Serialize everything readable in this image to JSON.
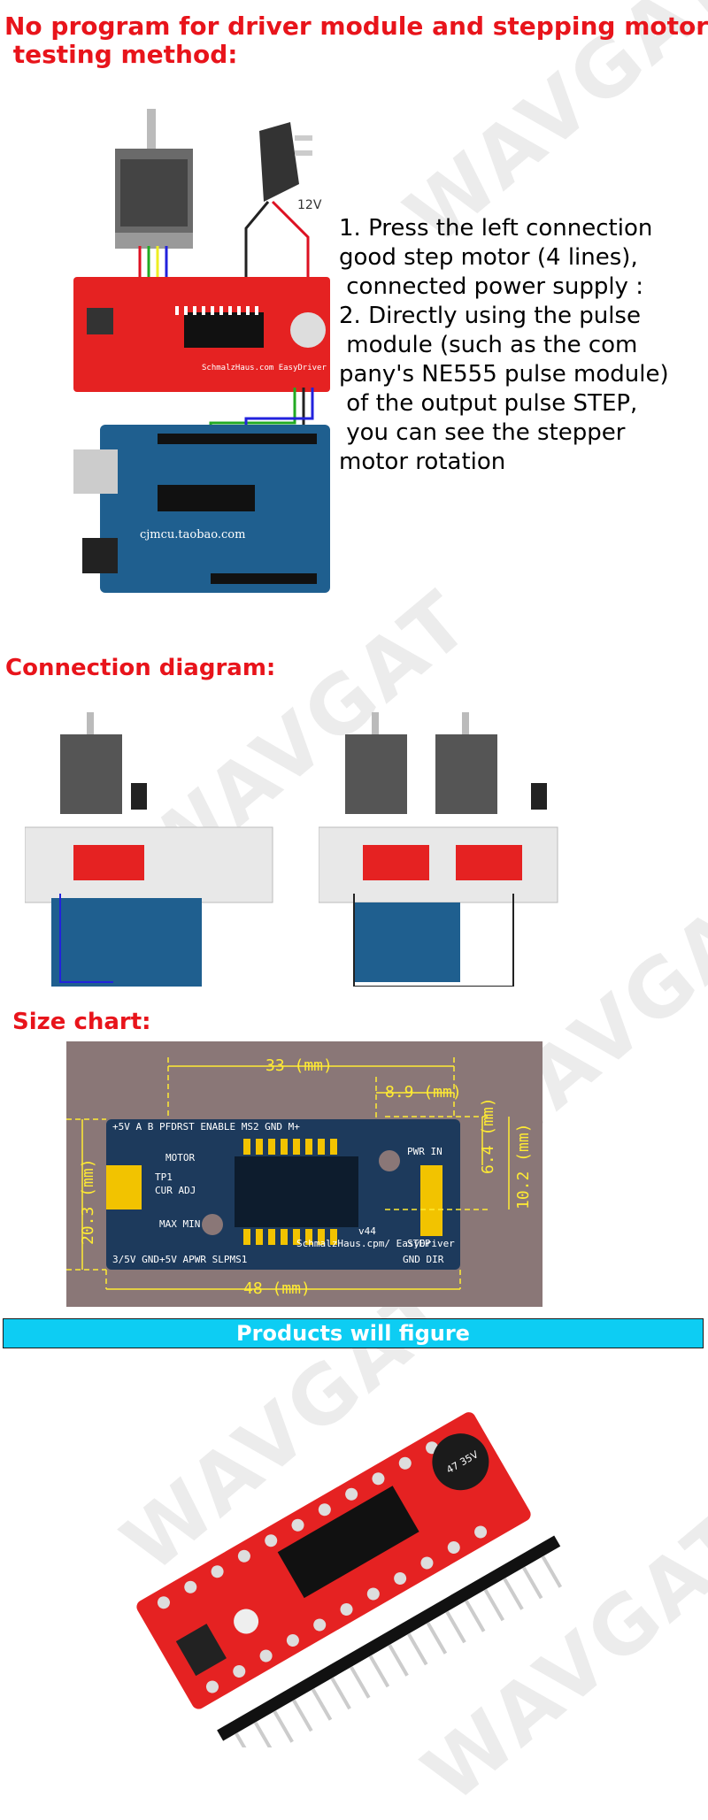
{
  "sections": {
    "test_title": "No program for driver module and stepping motor\n testing method:",
    "instructions": "1. Press the left connection\ngood step motor (4 lines),\n connected power supply :\n2. Directly using the pulse\n module (such as the com\npany's NE555 pulse module)\n of the output pulse STEP,\n you can see the stepper\nmotor rotation",
    "connection_title": "Connection diagram:",
    "size_title": "Size chart:",
    "banner": "Products will figure"
  },
  "figure1": {
    "adapter_label": "12V",
    "board_label": "SchmalzHaus.com\nEasyDriver v4.4",
    "arduino_watermark": "cjmcu.taobao.com"
  },
  "size_chart": {
    "dim_33": "33 (mm)",
    "dim_8_9": "8.9 (mm)",
    "dim_6_4": "6.4 (mm)",
    "dim_10_2": "10.2 (mm)",
    "dim_20_3": "20.3 (mm)",
    "dim_48": "48 (mm)",
    "pcb_labels": {
      "top_left": "+5V  A  B  PFDRST  ENABLE MS2  GND M+",
      "motor": "MOTOR",
      "tp1": "TP1",
      "cur_adj": "CUR ADJ",
      "max_min": "MAX MIN",
      "bottom": "3/5V GND+5V APWR  SLPMS1",
      "maker": "SchmalzHaus.cpm/\nEasyDriver",
      "version": "v44",
      "pwr_in": "PWR IN",
      "step": "STEP",
      "gnd_dir": "GND  DIR"
    }
  },
  "product": {
    "capacitor": "47 35V"
  },
  "watermark_text": "WAVGAT",
  "colors": {
    "title_red": "#e8141b",
    "banner_cyan": "#0dcdf3",
    "pcb_red": "#e52222",
    "pcb_blue": "#1d3a5c",
    "arduino_blue": "#1f5f8f",
    "size_bg": "#8a7777",
    "dim_yellow": "#ffeb33"
  }
}
